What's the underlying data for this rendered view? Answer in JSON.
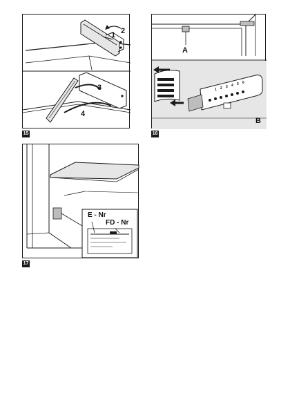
{
  "figures": [
    {
      "number": "15",
      "callouts": [
        "1",
        "2",
        "3",
        "4"
      ]
    },
    {
      "number": "16",
      "callouts": [
        "A",
        "B"
      ],
      "filter_scale": [
        "1",
        "2",
        "3",
        "4",
        "5",
        "6"
      ]
    },
    {
      "number": "17",
      "labels": [
        "E - Nr",
        "FD - Nr"
      ]
    }
  ],
  "colors": {
    "line": "#1a1a1a",
    "panel_fill": "#e6e6e6",
    "accent_fill": "#bdbdbd"
  }
}
